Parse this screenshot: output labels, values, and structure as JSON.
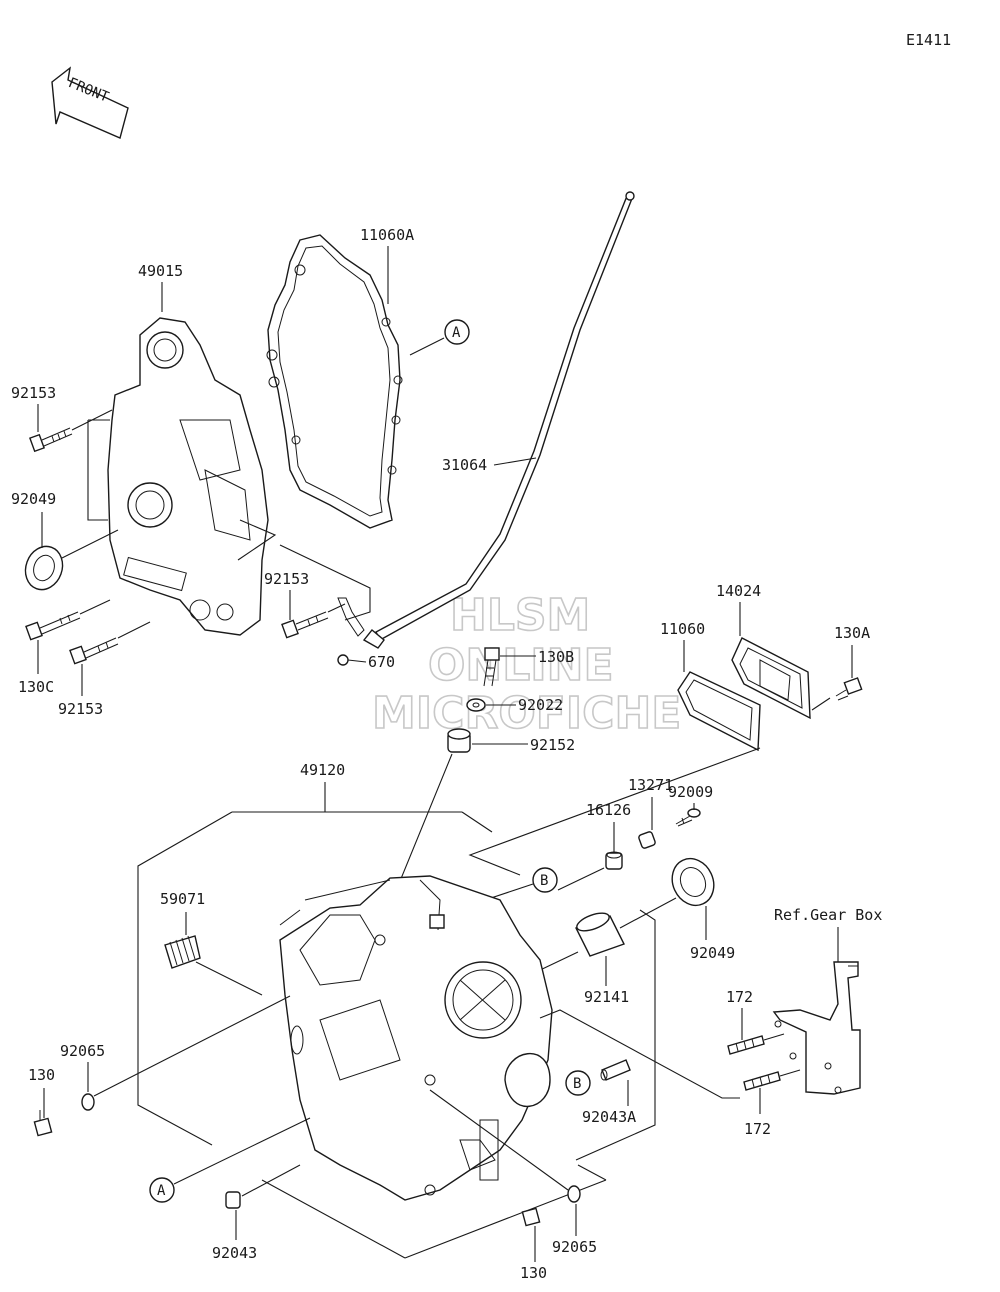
{
  "diagram_code": "E1411",
  "front_label": "FRONT",
  "watermark": [
    "HLSM",
    "ONLINE",
    "MICROFICHE"
  ],
  "reference_label": "Ref.Gear Box",
  "parts": {
    "p49015": "49015",
    "p11060A": "11060A",
    "p31064": "31064",
    "p92153_a": "92153",
    "p92049_a": "92049",
    "p92153_b": "92153",
    "p130C": "130C",
    "p92153_c": "92153",
    "p670": "670",
    "p130B": "130B",
    "p92022": "92022",
    "p92152": "92152",
    "p14024": "14024",
    "p11060": "11060",
    "p130A": "130A",
    "p49120": "49120",
    "p92009": "92009",
    "p13271": "13271",
    "p16126": "16126",
    "p59071": "59071",
    "p92049_b": "92049",
    "p92141": "92141",
    "p172_a": "172",
    "p172_b": "172",
    "p92065_a": "92065",
    "p130_a": "130",
    "p92043A": "92043A",
    "p92043": "92043",
    "p92065_b": "92065",
    "p130_b": "130"
  },
  "callouts": {
    "A_top": "A",
    "A_bottom": "A",
    "B_upper": "B",
    "B_lower": "B"
  }
}
